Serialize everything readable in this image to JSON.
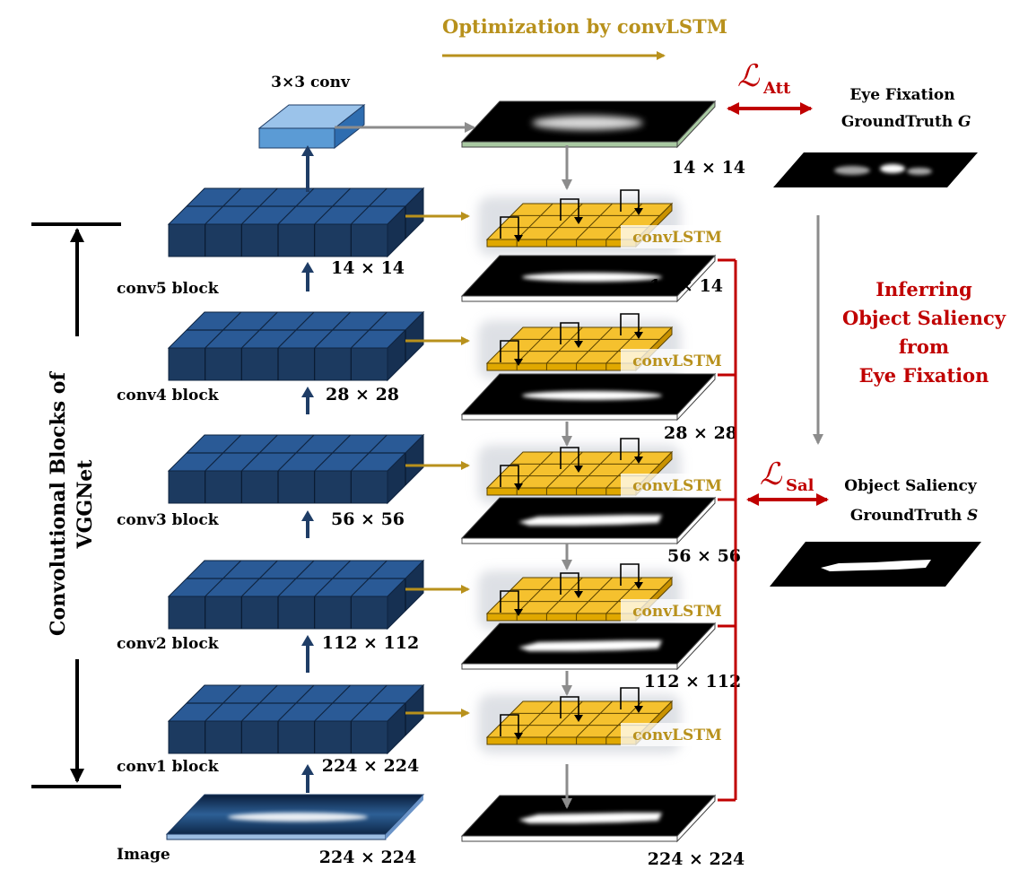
{
  "top_title": "Optimization by convLSTM",
  "conv_label": "3×3 conv",
  "blocks": [
    {
      "label": "conv5 block",
      "size": "14 × 14"
    },
    {
      "label": "conv4 block",
      "size": "28 × 28"
    },
    {
      "label": "conv3 block",
      "size": "56 × 56"
    },
    {
      "label": "conv2 block",
      "size": "112 × 112"
    },
    {
      "label": "conv1 block",
      "size": "224 × 224"
    }
  ],
  "image_label": "Image",
  "image_size": "224 × 224",
  "vertical_label_line1": "Convolutional Blocks of",
  "vertical_label_line2": "VGGNet",
  "lstm_label": "convLSTM",
  "map_sizes": [
    "14 × 14",
    "14 × 14",
    "28 × 28",
    "56 × 56",
    "112 × 112",
    "224 × 224"
  ],
  "loss_att": {
    "symbol": "ℒ",
    "subscript": "Att"
  },
  "loss_sal": {
    "symbol": "ℒ",
    "subscript": "Sal"
  },
  "eye_fixation_line1": "Eye Fixation",
  "eye_fixation_line2": "GroundTruth",
  "eye_fixation_var": "G",
  "inferring_lines": [
    "Inferring",
    "Object Saliency",
    "from",
    "Eye Fixation"
  ],
  "object_saliency_line1": "Object Saliency",
  "object_saliency_line2": "GroundTruth",
  "object_saliency_var": "S",
  "colors": {
    "gold": "#b8911c",
    "red": "#c00000",
    "navy": "#1f3d66",
    "block_blue": "#2a5a96",
    "lstm_yellow": "#f5c12e",
    "gray": "#8c8c8c"
  }
}
